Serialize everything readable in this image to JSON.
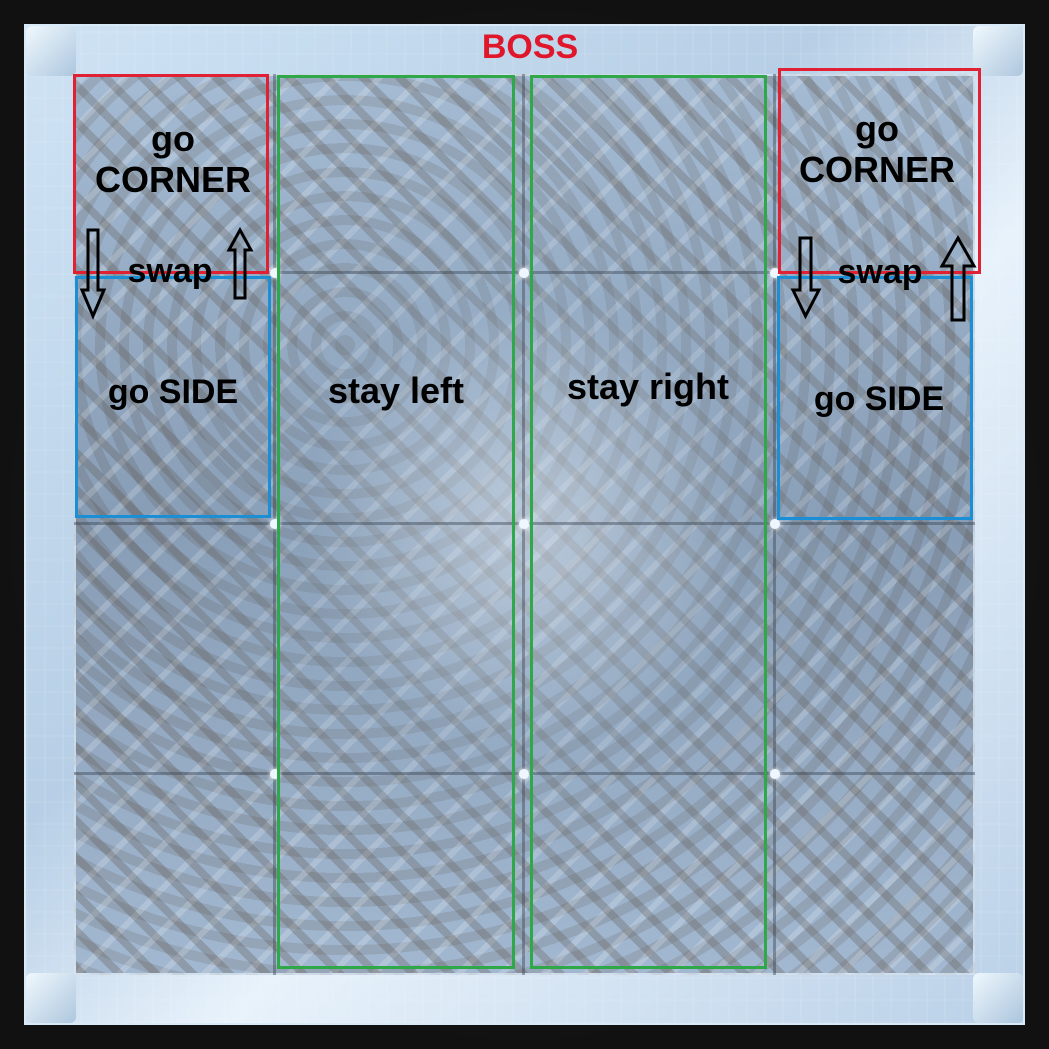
{
  "boss_label": "BOSS",
  "zones": {
    "left_corner": {
      "line1": "go",
      "line2": "CORNER"
    },
    "right_corner": {
      "line1": "go",
      "line2": "CORNER"
    },
    "left_side": {
      "label": "go SIDE"
    },
    "right_side": {
      "label": "go SIDE"
    },
    "left_swap": {
      "label": "swap"
    },
    "right_swap": {
      "label": "swap"
    },
    "stay_left": {
      "label": "stay left"
    },
    "stay_right": {
      "label": "stay right"
    }
  },
  "colors": {
    "corner_zone": "#e22034",
    "side_zone": "#1a8fd6",
    "stay_zone": "#2fa84a",
    "boss_text": "#e0162b"
  },
  "icons": [
    "down-arrow-icon",
    "up-arrow-icon"
  ]
}
